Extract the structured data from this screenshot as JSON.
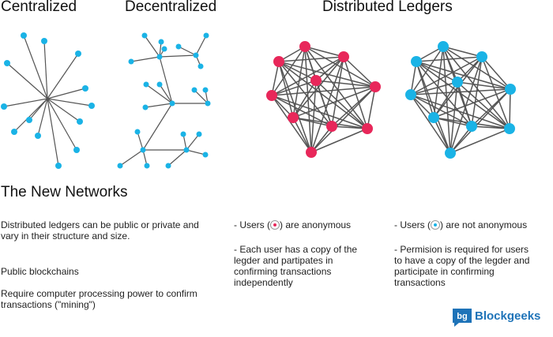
{
  "headings": {
    "centralized": "Centralized",
    "decentralized": "Decentralized",
    "distributed": "Distributed Ledgers"
  },
  "section": {
    "title": "The New Networks",
    "intro": "Distributed ledgers can be public or private and vary in their structure and size.",
    "public_label": "Public blockchains",
    "public_desc": "Require computer processing power to confirm transactions (\"mining\")"
  },
  "public_notes": {
    "users_prefix": "- Users (",
    "users_suffix": ") are anonymous",
    "copy_note": "- Each user has a copy of the legder and partipates in confirming transactions independently"
  },
  "private_notes": {
    "users_prefix": "- Users (",
    "users_suffix": ") are  not anonymous",
    "permission_note": "- Permision is required for users to have a copy of the legder and participate in confirming transactions"
  },
  "brand": {
    "name": "Blockgeeks",
    "icon": "bg-logo-icon"
  },
  "colors": {
    "public_node": "#e8275a",
    "private_node": "#1ab3e6",
    "edge": "#555555"
  }
}
